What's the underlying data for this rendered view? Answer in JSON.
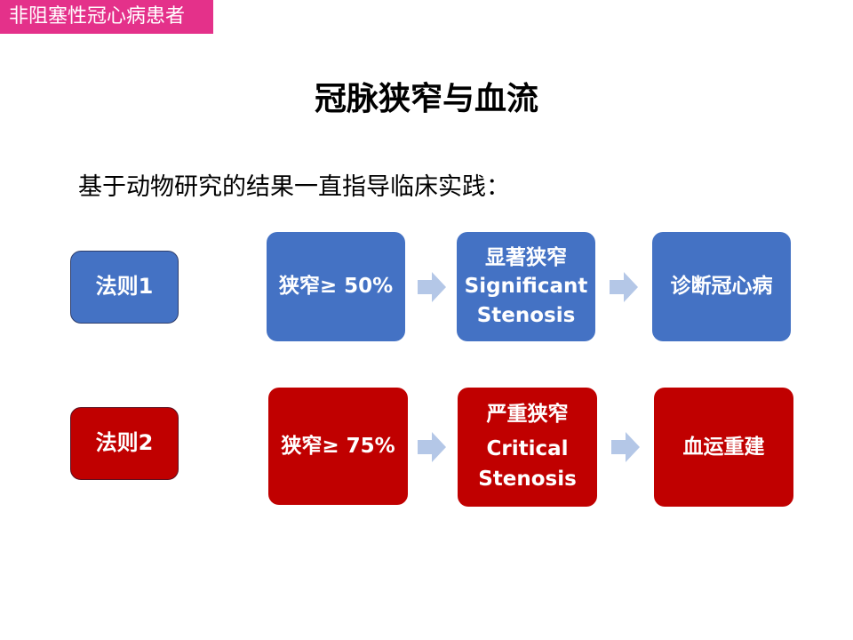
{
  "tag": "非阻塞性冠心病患者",
  "title": "冠脉狭窄与血流",
  "subtitle": "基于动物研究的结果一直指导临床实践：",
  "colors": {
    "blue": "#4472C4",
    "red": "#C00000",
    "tag": "#E4318A",
    "arrow": "#B4C7E7"
  },
  "rules": [
    {
      "label": "法则1",
      "steps": [
        [
          "狭窄≥ 50%"
        ],
        [
          "显著狭窄",
          "Significant",
          "Stenosis"
        ],
        [
          "诊断冠心病"
        ]
      ]
    },
    {
      "label": "法则2",
      "steps": [
        [
          "狭窄≥ 75%"
        ],
        [
          "严重狭窄",
          "Critical",
          "Stenosis"
        ],
        [
          "血运重建"
        ]
      ]
    }
  ]
}
